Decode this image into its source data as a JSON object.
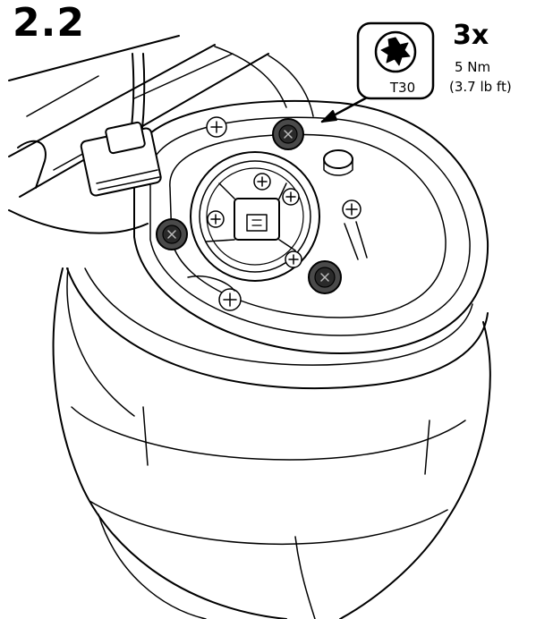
{
  "step": {
    "number": "2.2"
  },
  "callout": {
    "quantity": "3x",
    "torque_nm": "5 Nm",
    "torque_lbft": "(3.7 lb ft)",
    "tool": "T30",
    "tool_icon": "torx-bit-icon"
  },
  "colors": {
    "line": "#000000",
    "background": "#ffffff",
    "screw_dark": "#3a3a3a"
  }
}
